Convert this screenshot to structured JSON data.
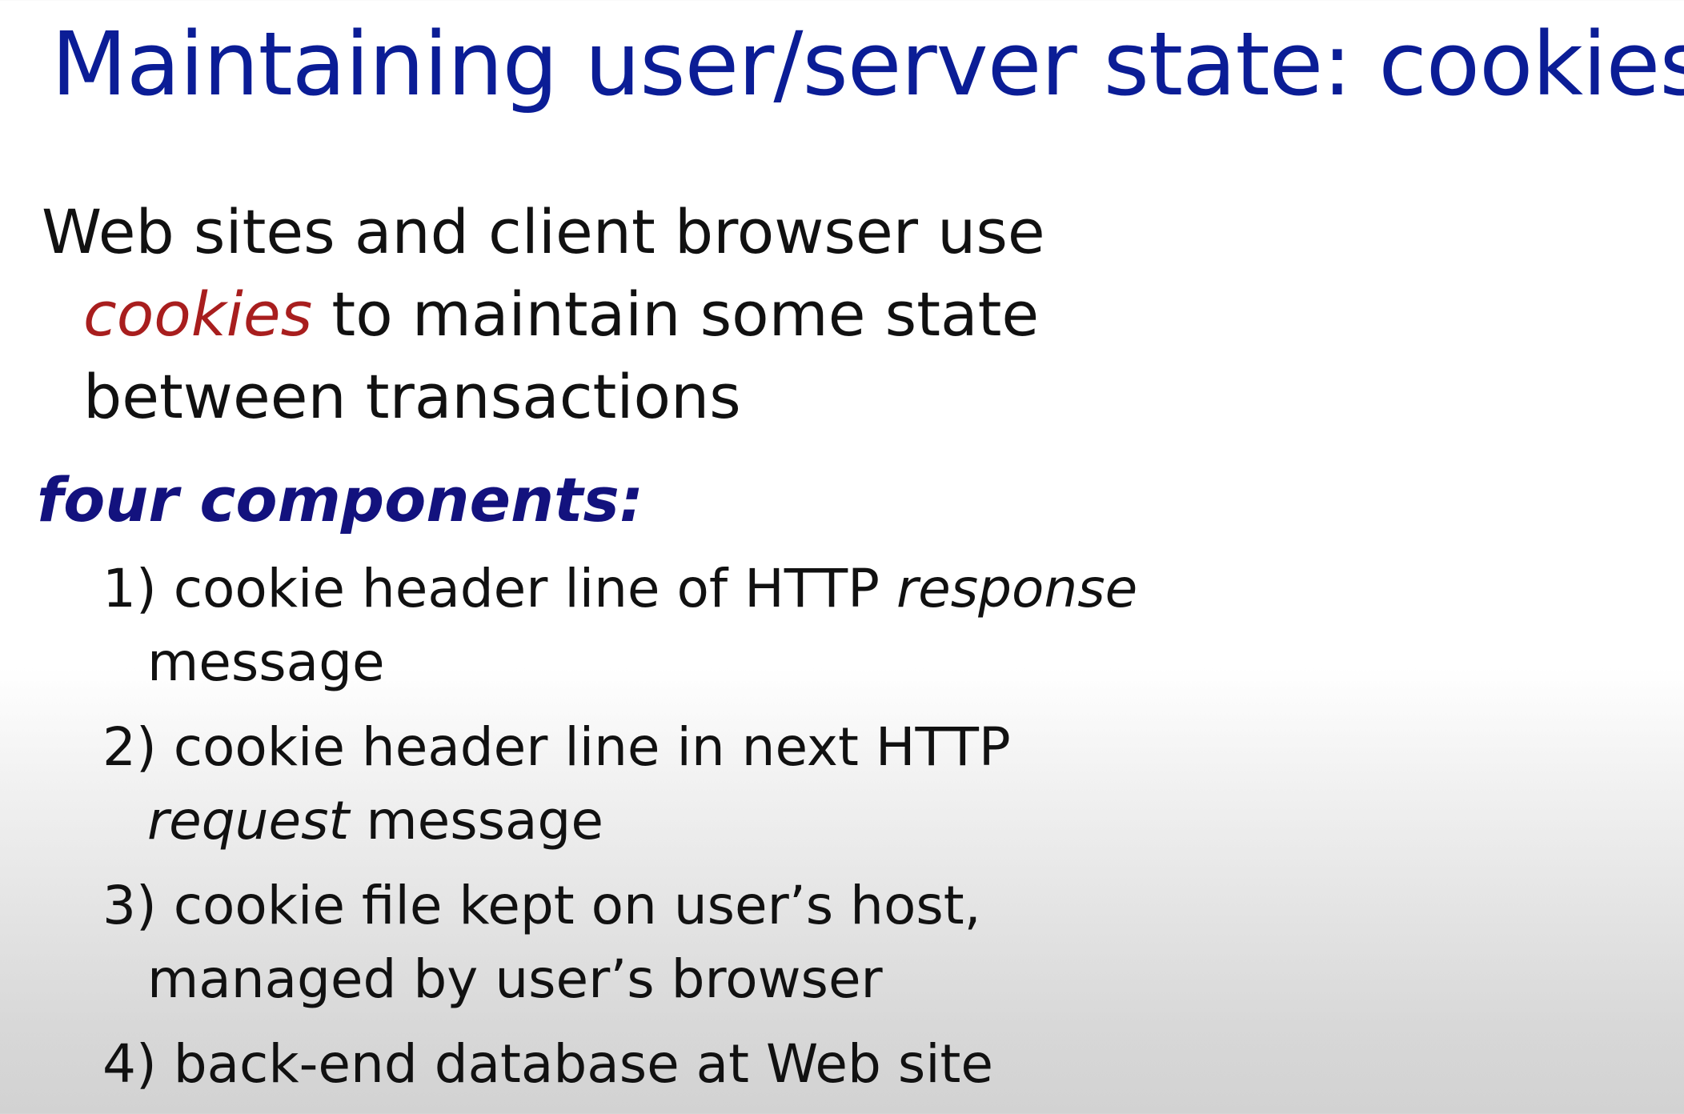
{
  "slide": {
    "title": "Maintaining user/server state: cookies",
    "intro": {
      "line1": "Web sites and client browser  use",
      "line2_emphasis": "cookies",
      "line2_rest": " to maintain some state",
      "line3": "between transactions"
    },
    "subhead": "four components:",
    "items": [
      {
        "row1_text": "1) cookie header line of HTTP ",
        "row1_italic": "response",
        "row2_text": "message"
      },
      {
        "row1_text": "2) cookie header line in next HTTP",
        "row2_italic": "request",
        "row2_text": " message"
      },
      {
        "row1_text": "3) cookie file kept on user’s host,",
        "row2_text": "managed by user’s browser"
      },
      {
        "row1_text": "4) back-end database at Web site"
      }
    ],
    "colors": {
      "title": "#0b1d96",
      "emphasis_red": "#a81e1e",
      "subhead_blue": "#13127e",
      "body_text": "#111111"
    }
  }
}
